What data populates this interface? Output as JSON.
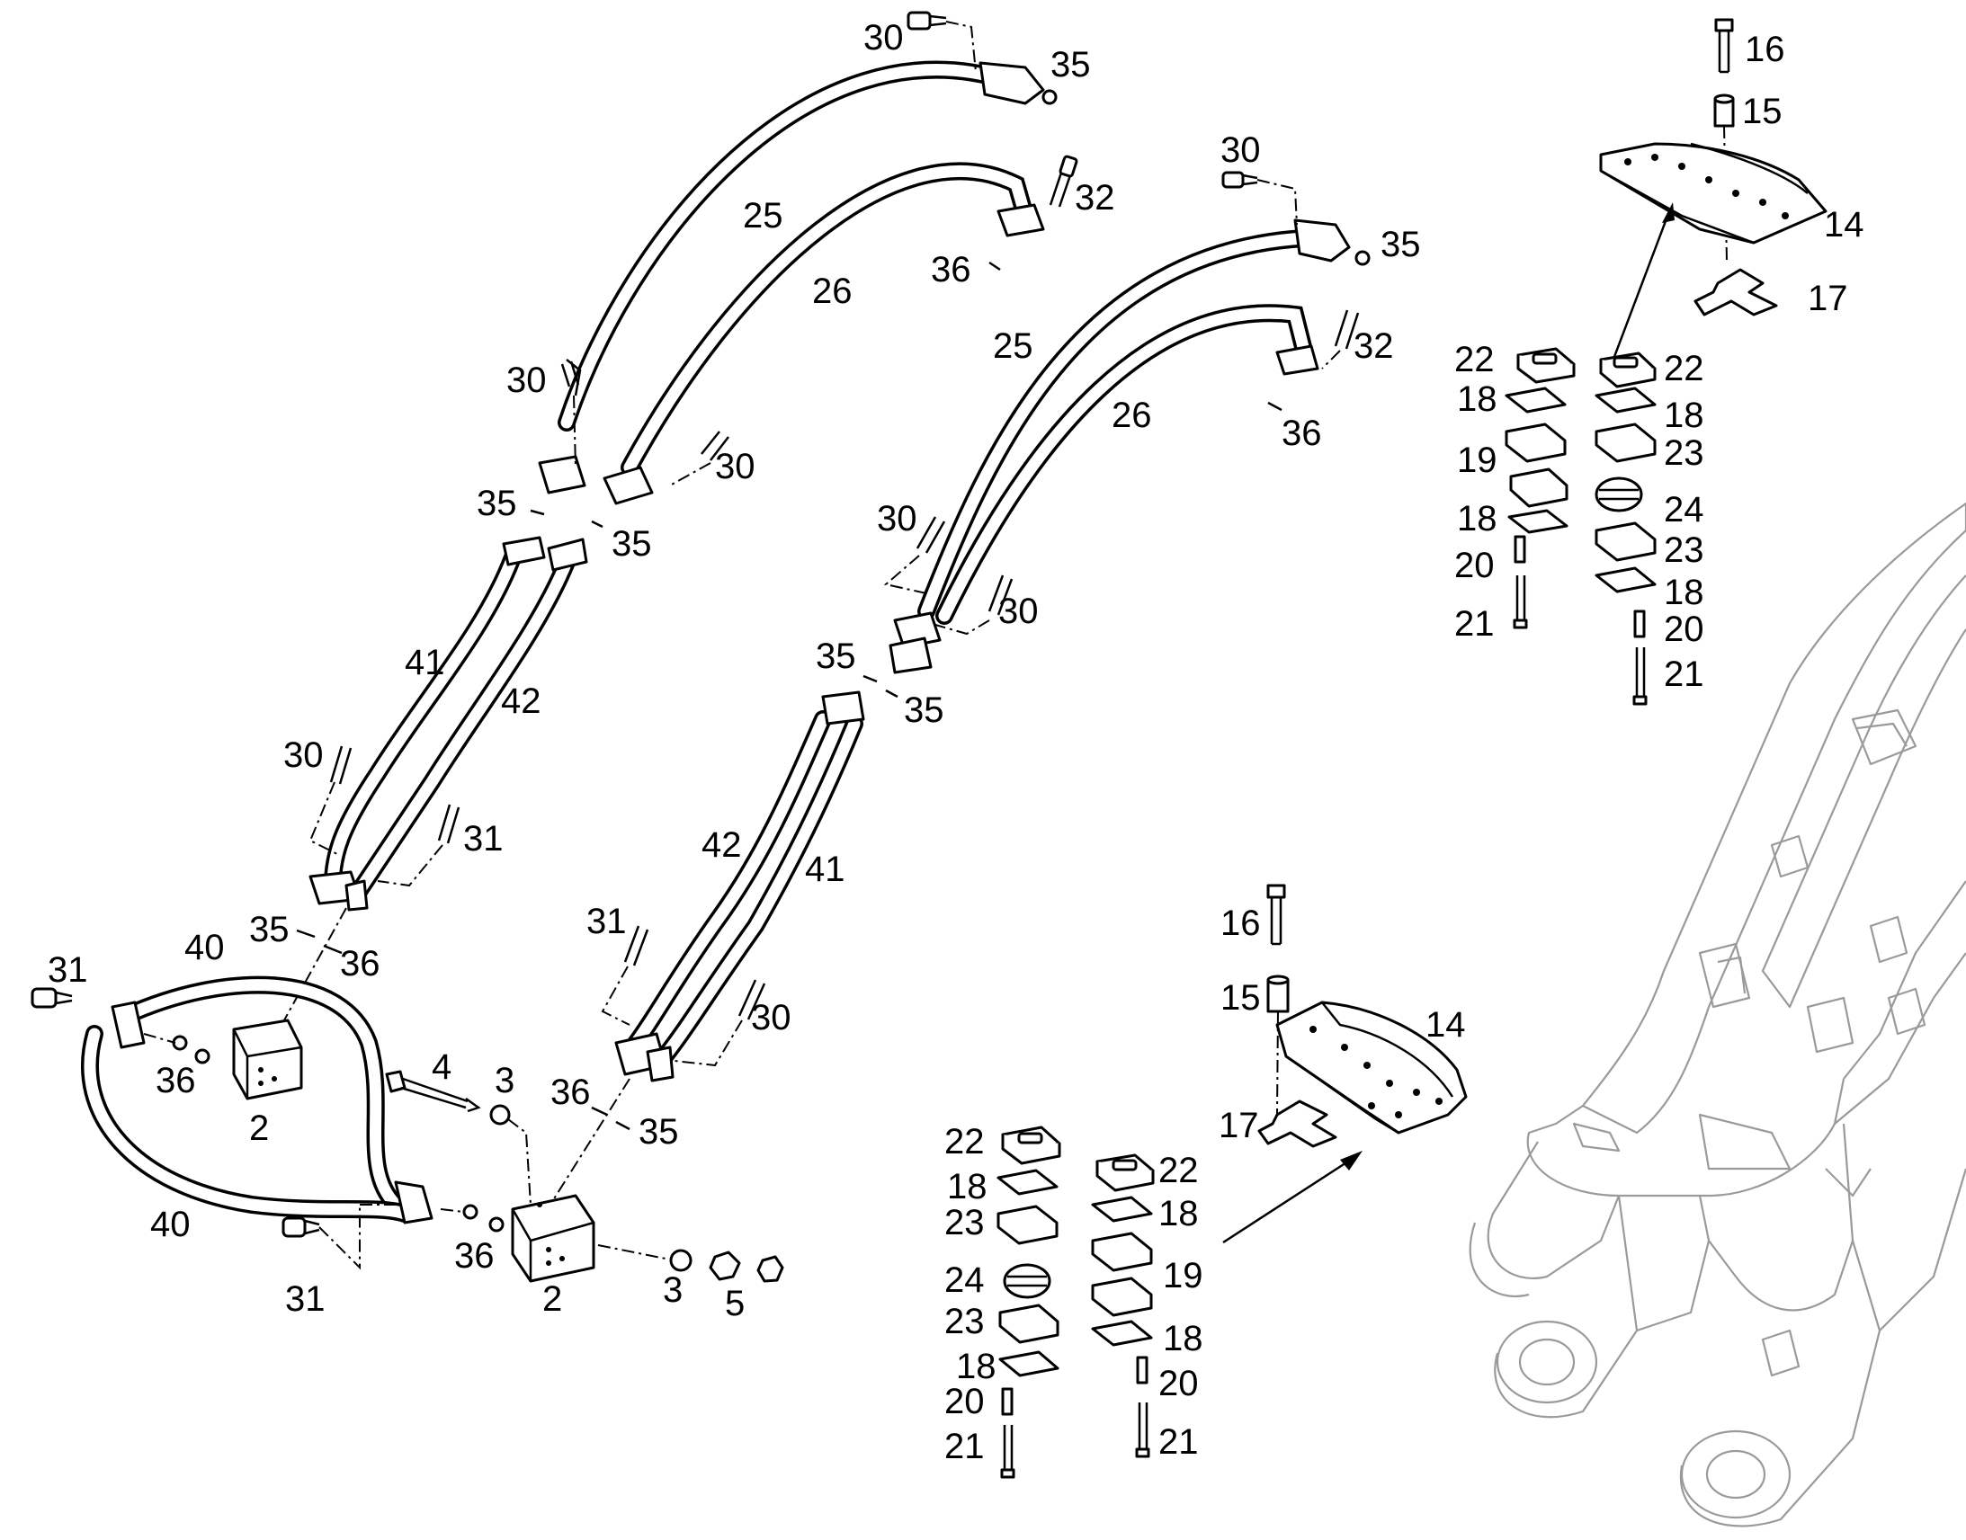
{
  "labels": {
    "l30a": "30",
    "l35a": "35",
    "l25a": "25",
    "l26a": "26",
    "l32a": "32",
    "l36a": "36",
    "l30b": "30",
    "l30c": "30",
    "l35b": "35",
    "l35c": "35",
    "l41a": "41",
    "l42a": "42",
    "l30d": "30",
    "l31a": "31",
    "l35d": "35",
    "l36b": "36",
    "l40a": "40",
    "l31b": "31",
    "l36c": "36",
    "l2a": "2",
    "l40b": "40",
    "l31c": "31",
    "l4": "4",
    "l3a": "3",
    "l36d": "36",
    "l35e": "35",
    "l36e": "36",
    "l2b": "2",
    "l3b": "3",
    "l5": "5",
    "l30e": "30",
    "l35f": "35",
    "l25b": "25",
    "l32b": "32",
    "l26b": "26",
    "l36f": "36",
    "l30f": "30",
    "l30g": "30",
    "l35g": "35",
    "l35h": "35",
    "l42b": "42",
    "l41b": "41",
    "l31d": "31",
    "l30h": "30",
    "l16a": "16",
    "l15a": "15",
    "l14a": "14",
    "l17a": "17",
    "l22a": "22",
    "l18a": "18",
    "l19a": "19",
    "l18b": "18",
    "l20a": "20",
    "l21a": "21",
    "l22b": "22",
    "l18c": "18",
    "l23a": "23",
    "l24a": "24",
    "l23b": "23",
    "l18d": "18",
    "l20b": "20",
    "l21b": "21",
    "l16b": "16",
    "l15b": "15",
    "l14b": "14",
    "l17b": "17",
    "l22c": "22",
    "l18e": "18",
    "l23c": "23",
    "l24b": "24",
    "l23d": "23",
    "l18f": "18",
    "l20c": "20",
    "l21c": "21",
    "l22d": "22",
    "l18g": "18",
    "l19b": "19",
    "l18h": "18",
    "l20d": "20",
    "l21d": "21"
  }
}
